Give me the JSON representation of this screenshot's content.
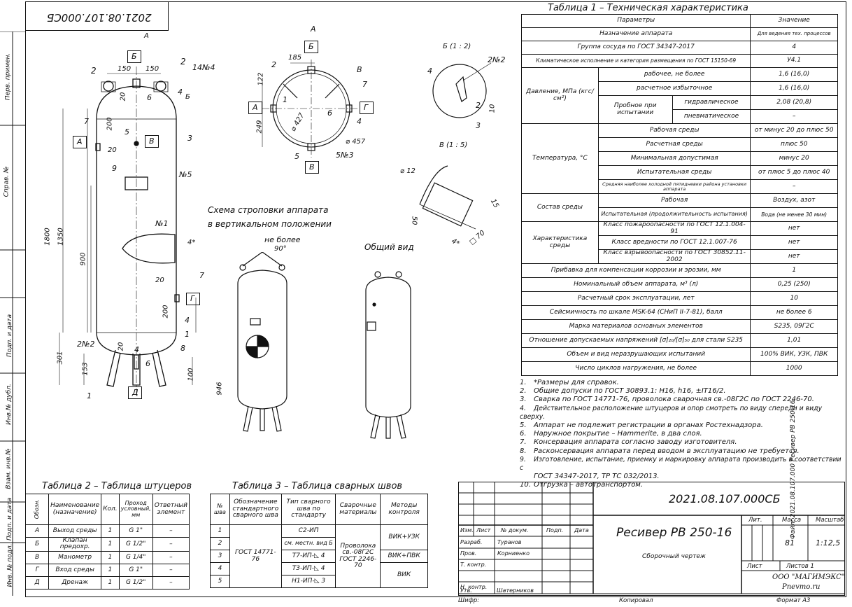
{
  "doc_code": "2021.08.107.000СБ",
  "doc_code_rotated": "2021.08.107.000СБ",
  "margin": {
    "perv_primen": "Перв. примен.",
    "sprav": "Справ. №",
    "podp_data": "Подп. и дата",
    "inv_dubl": "Инв.№ дубл.",
    "vzam_inv": "Взам. инв.№",
    "podp_data2": "Подп. и дата",
    "inv_podl": "Инв. № подл."
  },
  "right_note": "Файл: 2021.08.107.000 Ресивер РВ 250-16",
  "main_view": {
    "label_a": "А",
    "dims": {
      "d150a": "150",
      "d150b": "150",
      "d20a": "20",
      "d20b": "20",
      "d200a": "200",
      "d200b": "200",
      "d1800": "1800",
      "d1350": "1350",
      "d900": "900",
      "d301": "301",
      "d153": "153",
      "d100": "100",
      "d20c": "20",
      "d20d": "20",
      "d4": "4*"
    },
    "callouts": {
      "c2a": "2",
      "c2b": "2",
      "c14": "14№4",
      "c4": "4",
      "c6": "6",
      "cB": "Б",
      "c7a": "7",
      "c5": "5",
      "c3": "3",
      "c9": "9",
      "cN5": "№5",
      "cN1": "№1",
      "c7b": "7",
      "c4b": "4",
      "c1": "1",
      "c8": "8",
      "c1b": "1",
      "c6b": "6",
      "cN2": "2№2",
      "c4c": "4"
    },
    "boxes": {
      "b": "Б",
      "a": "А",
      "v": "В",
      "g": "Г",
      "d": "Д"
    }
  },
  "top_view": {
    "label": "А",
    "box_b": "Б",
    "box_a": "А",
    "box_g": "Г",
    "box_v": "В",
    "dims": {
      "d185": "185",
      "d122": "122",
      "d249": "249",
      "d427": "⌀ 427",
      "d457": "⌀ 457"
    },
    "callouts": {
      "c2": "2",
      "c1": "1",
      "c7": "7",
      "c6": "6",
      "c4": "4",
      "c5": "5",
      "c5n3": "5№3",
      "cV": "В"
    }
  },
  "detail_b": {
    "title": "Б (1 : 2)",
    "c4": "4",
    "cN2": "2№2",
    "c2": "2",
    "c10": "10",
    "c3": "3"
  },
  "detail_v": {
    "title": "В (1 : 5)",
    "d12": "⌀ 12",
    "d15": "15",
    "d50": "50",
    "d70": "□ 70",
    "d4": "4*"
  },
  "sling": {
    "title_l1": "Схема строповки аппарата",
    "title_l2": "в вертикальном положении",
    "note": "не более",
    "angle": "90°",
    "d946": "946"
  },
  "general": {
    "title": "Общий вид"
  },
  "table1": {
    "title": "Таблица 1 – Техническая характеристика",
    "h_param": "Параметры",
    "h_val": "Значение",
    "rows": [
      {
        "p": "Назначение аппарата",
        "v": "Для ведения тех. процессов"
      },
      {
        "p": "Группа сосуда по ГОСТ 34347-2017",
        "v": "4"
      },
      {
        "p": "Климатическое исполнение и категория размещения по ГОСТ 15150-69",
        "v": "У4.1"
      }
    ],
    "pressure_group": "Давление, МПа (кгс/см²)",
    "pressure_rows": [
      {
        "p": "рабочее, не более",
        "v": "1,6 (16,0)"
      },
      {
        "p": "расчетное избыточное",
        "v": "1,6 (16,0)"
      }
    ],
    "probnoe": "Пробное при испытании",
    "hydr": "гидравлическое",
    "hydr_v": "2,08 (20,8)",
    "pnevm": "пневматическое",
    "pnevm_v": "–",
    "temp_group": "Температура, °С",
    "temp_rows": [
      {
        "p": "Рабочая среды",
        "v": "от минус 20 до плюс 50"
      },
      {
        "p": "Расчетная среды",
        "v": "плюс 50"
      },
      {
        "p": "Минимальная допустимая",
        "v": "минус 20"
      },
      {
        "p": "Испытательная среды",
        "v": "от плюс 5 до плюс 40"
      },
      {
        "p": "Средняя наиболее холодной пятидневки района установки аппарата",
        "v": "–"
      }
    ],
    "medium_group": "Состав среды",
    "medium_rows": [
      {
        "p": "Рабочая",
        "v": "Воздух, азот"
      },
      {
        "p": "Испытательная (продолжительность испытания)",
        "v": "Вода (не менее 30 мин)"
      }
    ],
    "char_group": "Характеристика среды",
    "char_rows": [
      {
        "p": "Класс пожароопасности по ГОСТ 12.1.004-91",
        "v": "нет"
      },
      {
        "p": "Класс вредности по ГОСТ 12.1.007-76",
        "v": "нет"
      },
      {
        "p": "Класс взрывоопасности по ГОСТ 30852.11-2002",
        "v": "нет"
      }
    ],
    "bottom_rows": [
      {
        "p": "Прибавка для компенсации коррозии и эрозии, мм",
        "v": "1"
      },
      {
        "p": "Номинальный объем аппарата, м³ (л)",
        "v": "0,25 (250)"
      },
      {
        "p": "Расчетный срок эксплуатации, лет",
        "v": "10"
      },
      {
        "p": "Сейсмичность по шкале MSK-64 (СНиП II-7-81), балл",
        "v": "не более 6"
      },
      {
        "p": "Марка материалов основных элементов",
        "v": "S235, 09Г2С"
      },
      {
        "p": "Отношение допускаемых напряжений [σ]₂₀/[σ]₅₀ для стали S235",
        "v": "1,01"
      },
      {
        "p": "Объем и вид неразрушающих испытаний",
        "v": "100% ВИК, УЗК, ПВК"
      },
      {
        "p": "Число циклов нагружения, не более",
        "v": "1000"
      }
    ]
  },
  "notes": [
    {
      "n": "1.",
      "t": "*Размеры для справок."
    },
    {
      "n": "2.",
      "t": "Общие допуски по ГОСТ 30893.1: H16, h16, ±IT16/2."
    },
    {
      "n": "3.",
      "t": "Сварка по ГОСТ 14771-76, проволока сварочная св.-08Г2С по ГОСТ 2246-70."
    },
    {
      "n": "4.",
      "t": "Действительное расположение штуцеров и опор смотреть по виду спереди и виду сверху."
    },
    {
      "n": "5.",
      "t": "Аппарат не подлежит регистрации в органах Ростехнадзора."
    },
    {
      "n": "6.",
      "t": "Наружное покрытие – Hammerite, в два слоя."
    },
    {
      "n": "7.",
      "t": "Консервация аппарата согласно заводу изготовителя."
    },
    {
      "n": "8.",
      "t": "Расконсервация аппарата перед вводом в эксплуатацию не требуется."
    },
    {
      "n": "9.",
      "t": "Изготовление, испытание, приемку и маркировку аппарата производить в соответствии с"
    },
    {
      "n": "",
      "t": "ГОСТ 34347-2017, ТР ТС 032/2013."
    },
    {
      "n": "10.",
      "t": "Отгрузка – автотранспортом."
    }
  ],
  "table2": {
    "title": "Таблица 2 – Таблица штуцеров",
    "headers": [
      "Обозн.",
      "Наименование (назначение)",
      "Кол.",
      "Проход условный, мм",
      "Ответный элемент"
    ],
    "rows": [
      [
        "А",
        "Выход среды",
        "1",
        "G 1\"",
        "–"
      ],
      [
        "Б",
        "Клапан предохр.",
        "1",
        "G 1/2\"",
        "–"
      ],
      [
        "В",
        "Манометр",
        "1",
        "G 1/4\"",
        "–"
      ],
      [
        "Г",
        "Вход среды",
        "1",
        "G 1\"",
        "–"
      ],
      [
        "Д",
        "Дренаж",
        "1",
        "G 1/2\"",
        "–"
      ]
    ]
  },
  "table3": {
    "title": "Таблица 3 – Таблица сварных швов",
    "headers": [
      "№ шва",
      "Обозначение стандартного сварного шва",
      "Тип сварного шва по стандарту",
      "Сварочные материалы",
      "Методы контроля"
    ],
    "nums": [
      "1",
      "2",
      "3",
      "4",
      "5"
    ],
    "standard": "ГОСТ 14771-76",
    "types": [
      "С2-ИП",
      "см. местн. вид Б",
      "Т7-ИП-◺ 4",
      "Т3-ИП-◺ 4",
      "Н1-ИП-◺ 3"
    ],
    "material": "Проволока св.-08Г2С ГОСТ 2246-70",
    "methods": [
      "ВИК+УЗК",
      "ВИК+ПВК",
      "ВИК"
    ]
  },
  "title_block": {
    "code": "2021.08.107.000СБ",
    "name": "Ресивер РВ 250-16",
    "doc_type": "Сборочный чертеж",
    "lit": "Лит.",
    "mass": "Масса",
    "scale": "Масштаб",
    "mass_v": "81",
    "scale_v": "1:12,5",
    "sheet": "Лист",
    "sheets": "Листов 1",
    "company": "ООО \"МАГИМЭКС\"",
    "site": "Pnevmo.ru",
    "cols": {
      "izm": "Изм.",
      "list": "Лист",
      "ndok": "№ докум.",
      "podp": "Подп.",
      "data": "Дата"
    },
    "roles": [
      {
        "r": "Разраб.",
        "n": "Туранов"
      },
      {
        "r": "Пров.",
        "n": "Корниенко"
      },
      {
        "r": "Т. контр.",
        "n": ""
      },
      {
        "r": "",
        "n": ""
      },
      {
        "r": "Н. контр.",
        "n": ""
      },
      {
        "r": "Утв.",
        "n": "Шатерников"
      }
    ],
    "shifr": "Шифр:",
    "kopiroval": "Копировал",
    "format": "Формат А3"
  }
}
